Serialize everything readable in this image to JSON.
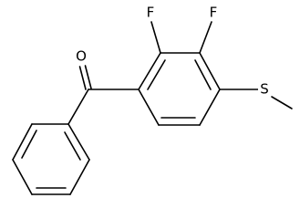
{
  "molecule": {
    "atoms": {
      "oxygen": "O",
      "fluorine_1": "F",
      "fluorine_2": "F",
      "sulfur": "S"
    }
  }
}
